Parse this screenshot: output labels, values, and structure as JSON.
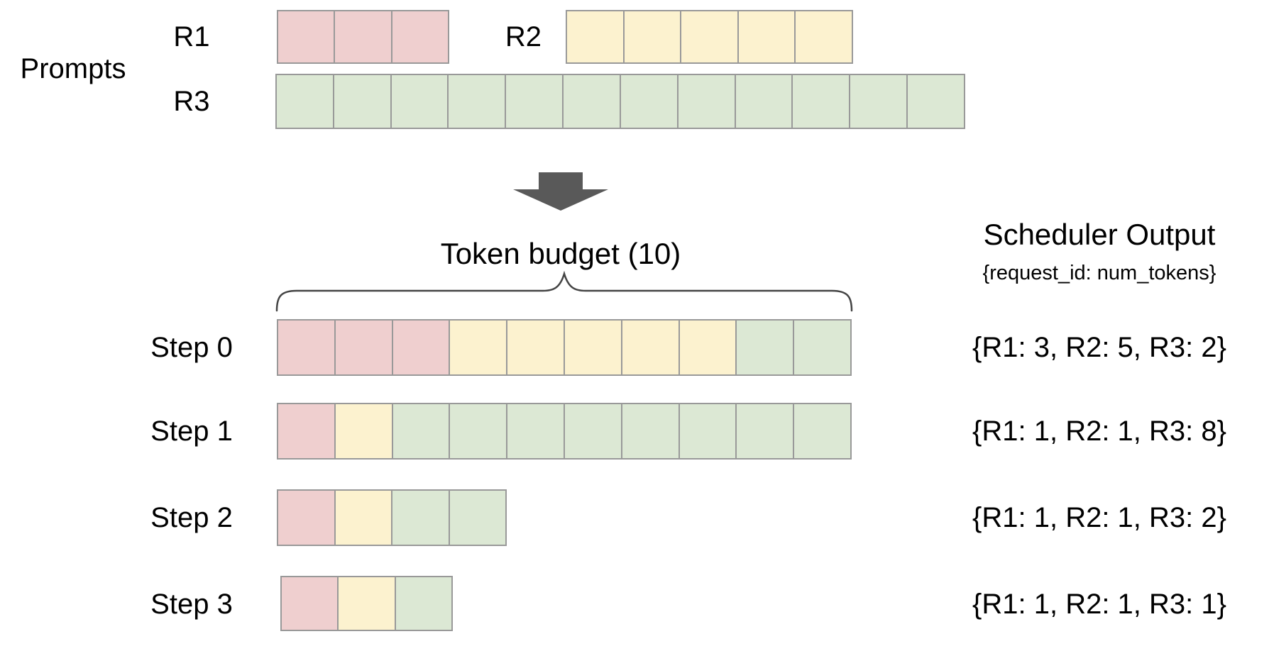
{
  "colors": {
    "pink": "#efcfcf",
    "yellow": "#fcf2cf",
    "green": "#dce8d4",
    "border": "#999999",
    "arrow": "#595959",
    "brace": "#444444",
    "text": "#000000"
  },
  "prompts": {
    "section_label": "Prompts",
    "rows": [
      {
        "label": "R1",
        "segments": [
          {
            "color": "pink",
            "count": 3
          }
        ]
      },
      {
        "label": "R2",
        "segments": [
          {
            "color": "yellow",
            "count": 5
          }
        ]
      },
      {
        "label": "R3",
        "segments": [
          {
            "color": "green",
            "count": 12
          }
        ]
      }
    ]
  },
  "token_budget": {
    "label": "Token budget (10)"
  },
  "scheduler_output": {
    "title": "Scheduler Output",
    "subtitle": "{request_id: num_tokens}"
  },
  "steps": [
    {
      "label": "Step 0",
      "segments": [
        {
          "color": "pink",
          "count": 3
        },
        {
          "color": "yellow",
          "count": 5
        },
        {
          "color": "green",
          "count": 2
        }
      ],
      "output": "{R1: 3, R2: 5, R3: 2}"
    },
    {
      "label": "Step 1",
      "segments": [
        {
          "color": "pink",
          "count": 1
        },
        {
          "color": "yellow",
          "count": 1
        },
        {
          "color": "green",
          "count": 8
        }
      ],
      "output": "{R1: 1, R2: 1, R3: 8}"
    },
    {
      "label": "Step 2",
      "segments": [
        {
          "color": "pink",
          "count": 1
        },
        {
          "color": "yellow",
          "count": 1
        },
        {
          "color": "green",
          "count": 2
        }
      ],
      "output": "{R1: 1, R2: 1, R3: 2}"
    },
    {
      "label": "Step 3",
      "segments": [
        {
          "color": "pink",
          "count": 1
        },
        {
          "color": "yellow",
          "count": 1
        },
        {
          "color": "green",
          "count": 1
        }
      ],
      "output": "{R1: 1, R2: 1, R3: 1}"
    }
  ]
}
